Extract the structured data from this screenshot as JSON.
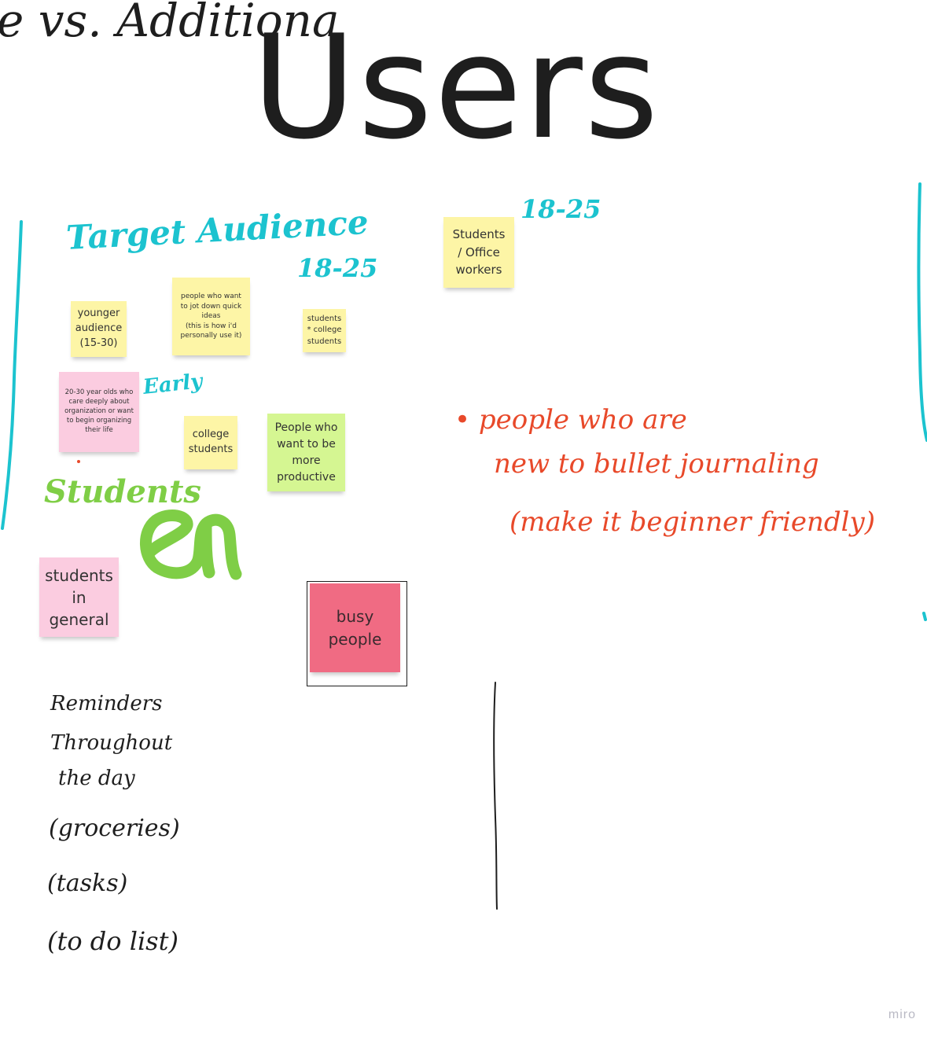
{
  "board": {
    "title": "Users",
    "top_scribble": "e    vs.   Additiona",
    "watermark": "miro"
  },
  "colors": {
    "teal_ink": "#1cc3cf",
    "green_ink": "#7fce46",
    "red_ink": "#e8492a",
    "black_ink": "#1e1e1e",
    "sticky_yellow": "#fdf5a6",
    "sticky_pink": "#fbcce0",
    "sticky_green": "#d5f692",
    "sticky_red": "#f06b83"
  },
  "handwriting": {
    "target_audience": "Target Audience",
    "age_range_1": "18-25",
    "age_range_2": "18-25",
    "early": "Early",
    "students": "Students",
    "en": "en",
    "bullet_line_1": "• people who are",
    "bullet_line_2": "new to bullet journaling",
    "bullet_line_3": "(make it beginner friendly)",
    "reminders_1": "Reminders",
    "reminders_2": "Throughout",
    "reminders_3": "the day",
    "reminders_4": "(groceries)",
    "reminders_5": "(tasks)",
    "reminders_6": "(to do list)"
  },
  "stickies": [
    {
      "text": "younger\naudience\n(15-30)",
      "color": "yellow"
    },
    {
      "text": "people who want\nto jot down quick\nideas\n(this is how i'd\npersonally use it)",
      "color": "yellow"
    },
    {
      "text": "students\n* college\nstudents",
      "color": "yellow"
    },
    {
      "text": "Students\n/ Office\nworkers",
      "color": "yellow"
    },
    {
      "text": "20-30 year olds who\ncare deeply about\norganization or want\nto begin organizing\ntheir life",
      "color": "pink"
    },
    {
      "text": "college\nstudents",
      "color": "yellow"
    },
    {
      "text": "People who\nwant to be\nmore\nproductive",
      "color": "green"
    },
    {
      "text": "students\nin\ngeneral",
      "color": "pink"
    },
    {
      "text": "busy\npeople",
      "color": "red"
    }
  ]
}
